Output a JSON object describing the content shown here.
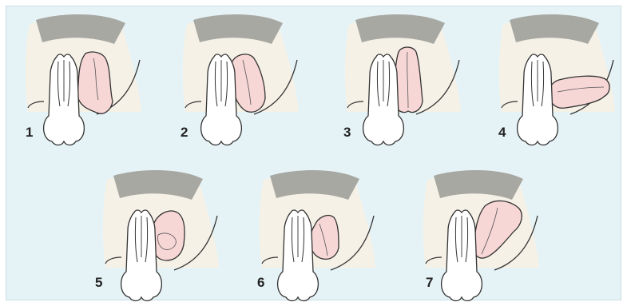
{
  "panels": [
    {
      "label": "1"
    },
    {
      "label": "2"
    },
    {
      "label": "3"
    },
    {
      "label": "4"
    },
    {
      "label": "5"
    },
    {
      "label": "6"
    },
    {
      "label": "7"
    }
  ],
  "colors": {
    "background": "#e6f3f6",
    "jaw": "#f5f1e6",
    "bone": "#a8a8a3",
    "tooth": "#ffffff",
    "impacted_tooth": "#f7d6d6",
    "outline": "#333333"
  }
}
